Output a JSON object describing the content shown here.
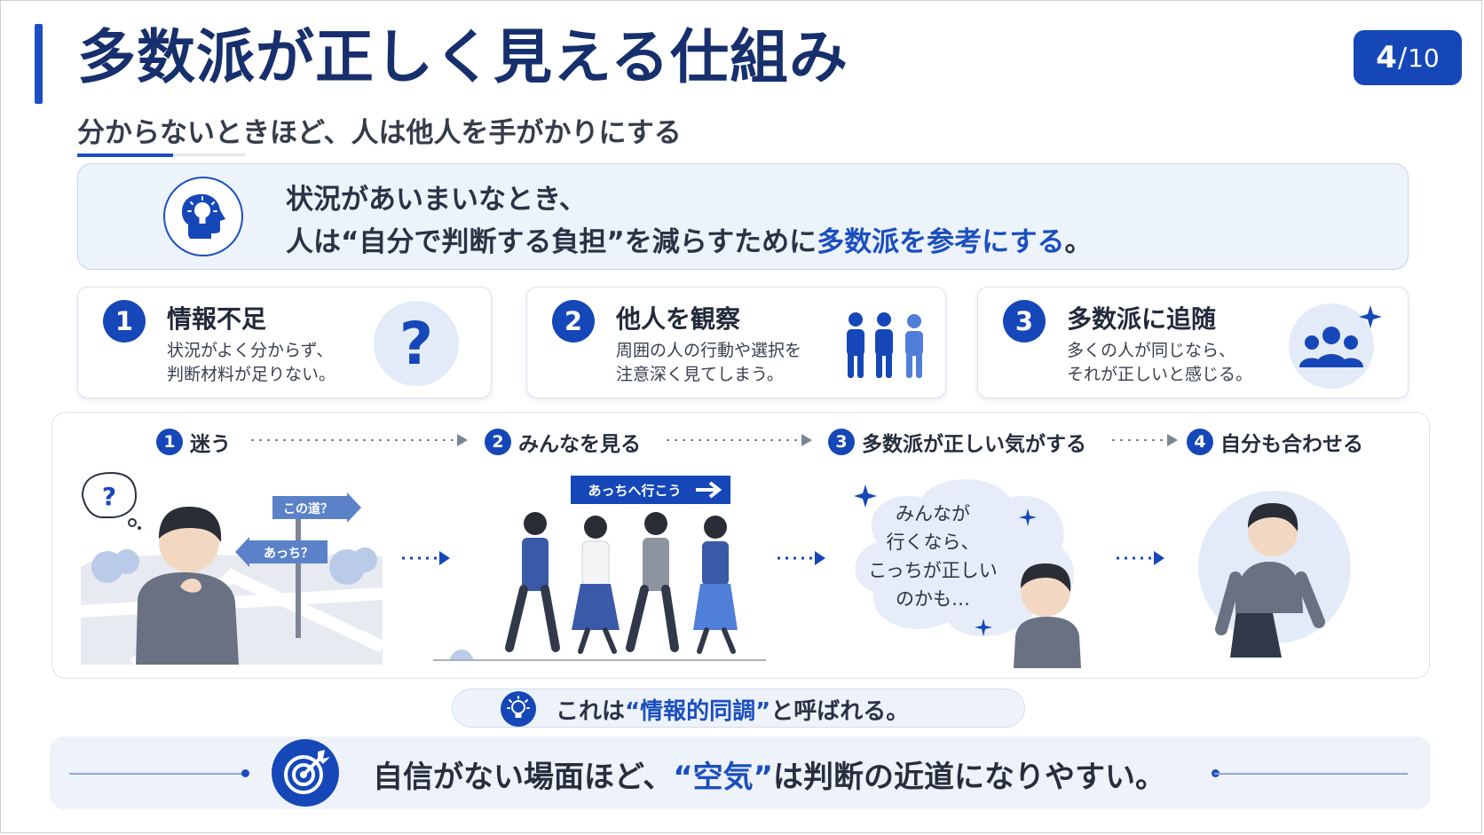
{
  "header": {
    "title": "多数派が正しく見える仕組み",
    "subtitle": "分からないときほど、人は他人を手がかりにする",
    "page": {
      "current": "4",
      "separator": "/",
      "total": "10"
    }
  },
  "intro": {
    "line1": "状況があいまいなとき、",
    "line2_before": "人は“自分で判断する負担”を減らすために",
    "line2_highlight": "多数派を参考にする",
    "line2_after": "。",
    "icon": "head-lightbulb-icon"
  },
  "cards": [
    {
      "number": "1",
      "title": "情報不足",
      "desc": [
        "状況がよく分からず、",
        "判断材料が足りない。"
      ],
      "icon": "question-mark-icon"
    },
    {
      "number": "2",
      "title": "他人を観察",
      "desc": [
        "周囲の人の行動や選択を",
        "注意深く見てしまう。"
      ],
      "icon": "people-group-icon"
    },
    {
      "number": "3",
      "title": "多数派に追随",
      "desc": [
        "多くの人が同じなら、",
        "それが正しいと感じる。"
      ],
      "icon": "crowd-sparkle-icon"
    }
  ],
  "steps": [
    {
      "number": "1",
      "label": "迷う"
    },
    {
      "number": "2",
      "label": "みんなを見る"
    },
    {
      "number": "3",
      "label": "多数派が正しい気がする"
    },
    {
      "number": "4",
      "label": "自分も合わせる"
    }
  ],
  "scene1": {
    "thought": "?",
    "sign_top": "この道？",
    "sign_bottom": "あっち？"
  },
  "scene2": {
    "sign": "あっちへ行こう"
  },
  "scene3": {
    "thought_lines": [
      "みんなが",
      "行くなら、",
      "こっちが正しい",
      "のかも…"
    ]
  },
  "note": {
    "before": "これは",
    "highlight": "“情報的同調”",
    "after": "と呼ばれる。",
    "icon": "lightbulb-icon"
  },
  "conclusion": {
    "before": "自信がない場面ほど、",
    "highlight": "“空気”",
    "after": "は判断の近道になりやすい。",
    "icon": "target-icon"
  },
  "colors": {
    "primary": "#1547b8",
    "title": "#17306d",
    "panel": "#edf3fb"
  }
}
